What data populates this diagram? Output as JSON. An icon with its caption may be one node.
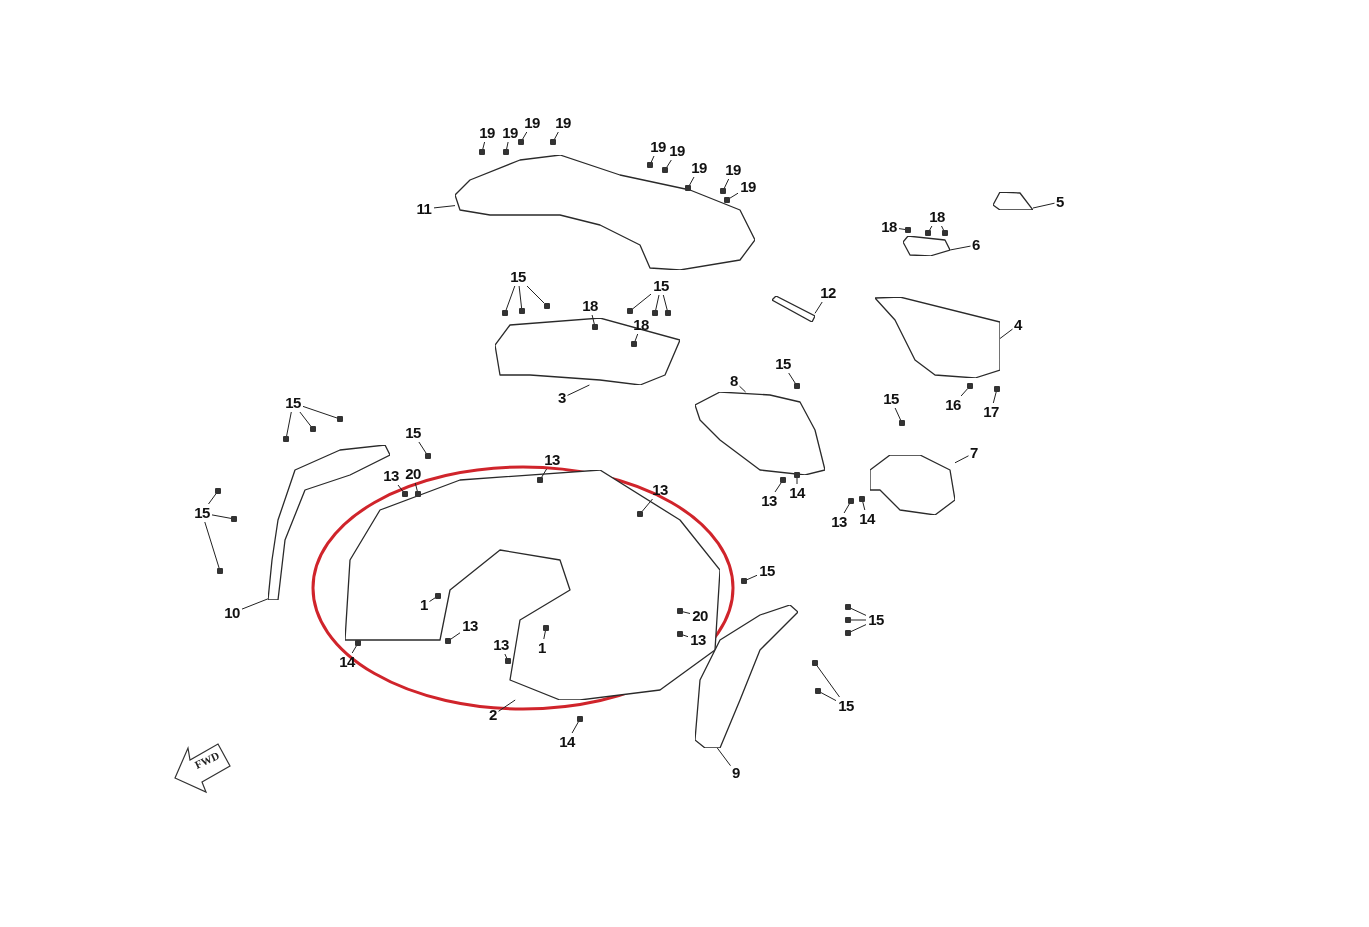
{
  "diagram": {
    "nodes": [
      {
        "text": [],
        "shape": "picture"
      },
      {
        "text": [],
        "shape": "picture"
      },
      {
        "text": [],
        "shape": "picture"
      },
      {
        "text": [],
        "shape": "picture"
      },
      {
        "text": [],
        "shape": "picture"
      },
      {
        "text": [],
        "shape": "picture"
      },
      {
        "text": [],
        "shape": "picture"
      },
      {
        "text": [],
        "shape": "picture"
      },
      {
        "text": [],
        "shape": "picture"
      },
      {
        "text": [],
        "shape": "picture"
      },
      {
        "text": [],
        "shape": "picture"
      },
      {
        "text": [
          "19"
        ]
      },
      {
        "text": [
          "19"
        ]
      },
      {
        "text": [
          "19"
        ]
      },
      {
        "text": [
          "19"
        ]
      },
      {
        "text": [
          "19"
        ]
      },
      {
        "text": [
          "19"
        ]
      },
      {
        "text": [
          "19"
        ]
      },
      {
        "text": [
          "19"
        ]
      },
      {
        "text": [
          "19"
        ]
      },
      {
        "text": [
          "11"
        ]
      },
      {
        "text": [
          "5"
        ]
      },
      {
        "text": [
          "18"
        ]
      },
      {
        "text": [
          "18"
        ]
      },
      {
        "text": [
          "6"
        ]
      },
      {
        "text": [
          "15"
        ]
      },
      {
        "text": [
          "15"
        ]
      },
      {
        "text": [
          "12"
        ]
      },
      {
        "text": [
          "18"
        ]
      },
      {
        "text": [
          "18"
        ]
      },
      {
        "text": [
          "4"
        ]
      },
      {
        "text": [
          "8"
        ]
      },
      {
        "text": [
          "15"
        ]
      },
      {
        "text": [
          "3"
        ]
      },
      {
        "text": [
          "16"
        ]
      },
      {
        "text": [
          "17"
        ]
      },
      {
        "text": [
          "15"
        ]
      },
      {
        "text": [
          "15"
        ]
      },
      {
        "text": [
          "15"
        ]
      },
      {
        "text": [
          "7"
        ]
      },
      {
        "text": [
          "13"
        ]
      },
      {
        "text": [
          "20"
        ]
      },
      {
        "text": [
          "13"
        ]
      },
      {
        "text": [
          "13"
        ]
      },
      {
        "text": [
          "14"
        ]
      },
      {
        "text": [
          "13"
        ],
        "in": 9
      },
      {
        "text": [
          "13"
        ]
      },
      {
        "text": [
          "14"
        ]
      },
      {
        "text": [
          "15"
        ]
      },
      {
        "text": [
          "15"
        ]
      },
      {
        "text": [
          "1"
        ],
        "in": 9
      },
      {
        "text": [
          "10"
        ]
      },
      {
        "text": [
          "15"
        ]
      },
      {
        "text": [
          "20"
        ],
        "in": 9
      },
      {
        "text": [
          "13"
        ],
        "in": 9
      },
      {
        "text": [
          "13"
        ],
        "in": 9
      },
      {
        "text": [
          "13"
        ],
        "in": 9
      },
      {
        "text": [
          "1"
        ],
        "in": 9
      },
      {
        "text": [
          "14"
        ]
      },
      {
        "text": [
          "15"
        ]
      },
      {
        "text": [
          "2"
        ]
      },
      {
        "text": [
          "14"
        ]
      },
      {
        "text": [
          "9"
        ]
      },
      {
        "text": [],
        "shape": "box"
      },
      {
        "text": [],
        "shape": "box"
      },
      {
        "text": [],
        "shape": "box"
      },
      {
        "text": [],
        "shape": "box"
      },
      {
        "text": [],
        "shape": "box",
        "in": 0
      },
      {
        "text": [],
        "shape": "box",
        "in": 0
      },
      {
        "text": [],
        "shape": "box",
        "in": 0
      },
      {
        "text": [],
        "shape": "box",
        "in": 0
      },
      {
        "text": [],
        "shape": "box",
        "in": 0
      },
      {
        "text": [],
        "shape": "box"
      },
      {
        "text": [],
        "shape": "box"
      },
      {
        "text": [],
        "shape": "box"
      },
      {
        "text": [],
        "shape": "box"
      },
      {
        "text": [],
        "shape": "box"
      },
      {
        "text": [],
        "shape": "box"
      },
      {
        "text": [],
        "shape": "box"
      },
      {
        "text": [],
        "shape": "box"
      },
      {
        "text": [],
        "shape": "box"
      },
      {
        "text": [],
        "shape": "box",
        "in": 5
      },
      {
        "text": [],
        "shape": "box",
        "in": 5
      },
      {
        "text": [],
        "shape": "box"
      },
      {
        "text": [],
        "shape": "box"
      },
      {
        "text": [],
        "shape": "box"
      },
      {
        "text": [],
        "shape": "box"
      },
      {
        "text": [],
        "shape": "box"
      },
      {
        "text": [],
        "shape": "box"
      },
      {
        "text": [],
        "shape": "box"
      },
      {
        "text": [],
        "shape": "box"
      },
      {
        "text": [],
        "shape": "box",
        "in": 9
      },
      {
        "text": [],
        "shape": "box",
        "in": 9
      },
      {
        "text": [],
        "shape": "box",
        "in": 9
      },
      {
        "text": [],
        "shape": "box"
      },
      {
        "text": [],
        "shape": "box"
      },
      {
        "text": [],
        "shape": "box",
        "in": 9
      },
      {
        "text": [],
        "shape": "box"
      },
      {
        "text": [],
        "shape": "box"
      },
      {
        "text": [],
        "shape": "box"
      },
      {
        "text": [],
        "shape": "box"
      },
      {
        "text": [],
        "shape": "box"
      },
      {
        "text": [],
        "shape": "box"
      },
      {
        "text": [],
        "shape": "box",
        "in": 9
      },
      {
        "text": [],
        "shape": "box"
      },
      {
        "text": [],
        "shape": "box"
      },
      {
        "text": [],
        "shape": "box"
      },
      {
        "text": [],
        "shape": "box",
        "in": 9
      },
      {
        "text": [],
        "shape": "box",
        "in": 9
      },
      {
        "text": [],
        "shape": "box",
        "in": 9
      },
      {
        "text": [],
        "shape": "box",
        "in": 9
      },
      {
        "text": [],
        "shape": "box",
        "in": 9
      },
      {
        "text": [],
        "shape": "box",
        "in": 9
      },
      {
        "text": [],
        "shape": "box"
      },
      {
        "text": [],
        "shape": "box"
      },
      {
        "text": [],
        "shape": "box"
      }
    ],
    "edges": [
      {
        "from": 11,
        "to": 63,
        "arrow": "none"
      },
      {
        "from": 12,
        "to": 64,
        "arrow": "none"
      },
      {
        "from": 13,
        "to": 65,
        "arrow": "none"
      },
      {
        "from": 14,
        "to": 66,
        "arrow": "none"
      },
      {
        "from": 15,
        "to": 67,
        "arrow": "none"
      },
      {
        "from": 16,
        "to": 68,
        "arrow": "none"
      },
      {
        "from": 17,
        "to": 69,
        "arrow": "none"
      },
      {
        "from": 18,
        "to": 70,
        "arrow": "none"
      },
      {
        "from": 19,
        "to": 71,
        "arrow": "none"
      },
      {
        "from": 20,
        "to": 0,
        "arrow": "none"
      },
      {
        "from": 21,
        "to": 1,
        "arrow": "none"
      },
      {
        "from": 22,
        "to": 72,
        "arrow": "none"
      },
      {
        "from": 23,
        "to": 73,
        "arrow": "none"
      },
      {
        "from": 23,
        "to": 74,
        "arrow": "none"
      },
      {
        "from": 24,
        "to": 2,
        "arrow": "none"
      },
      {
        "from": 25,
        "to": 75,
        "arrow": "none"
      },
      {
        "from": 25,
        "to": 76,
        "arrow": "none"
      },
      {
        "from": 25,
        "to": 77,
        "arrow": "none"
      },
      {
        "from": 26,
        "to": 78,
        "arrow": "none"
      },
      {
        "from": 26,
        "to": 79,
        "arrow": "none"
      },
      {
        "from": 26,
        "to": 80,
        "arrow": "none"
      },
      {
        "from": 27,
        "to": 3,
        "arrow": "none"
      },
      {
        "from": 28,
        "to": 81,
        "arrow": "none"
      },
      {
        "from": 29,
        "to": 82,
        "arrow": "none"
      },
      {
        "from": 30,
        "to": 4,
        "arrow": "none"
      },
      {
        "from": 31,
        "to": 6,
        "arrow": "none"
      },
      {
        "from": 32,
        "to": 83,
        "arrow": "none"
      },
      {
        "from": 33,
        "to": 5,
        "arrow": "none"
      },
      {
        "from": 34,
        "to": 84,
        "arrow": "none"
      },
      {
        "from": 35,
        "to": 85,
        "arrow": "none"
      },
      {
        "from": 36,
        "to": 86,
        "arrow": "none"
      },
      {
        "from": 36,
        "to": 87,
        "arrow": "none"
      },
      {
        "from": 36,
        "to": 88,
        "arrow": "none"
      },
      {
        "from": 37,
        "to": 89,
        "arrow": "none"
      },
      {
        "from": 38,
        "to": 90,
        "arrow": "none"
      },
      {
        "from": 39,
        "to": 8,
        "arrow": "none"
      },
      {
        "from": 40,
        "to": 91,
        "arrow": "none"
      },
      {
        "from": 41,
        "to": 92,
        "arrow": "none"
      },
      {
        "from": 42,
        "to": 93,
        "arrow": "none"
      },
      {
        "from": 43,
        "to": 94,
        "arrow": "none"
      },
      {
        "from": 44,
        "to": 95,
        "arrow": "none"
      },
      {
        "from": 45,
        "to": 96,
        "arrow": "none"
      },
      {
        "from": 46,
        "to": 97,
        "arrow": "none"
      },
      {
        "from": 47,
        "to": 98,
        "arrow": "none"
      },
      {
        "from": 48,
        "to": 99,
        "arrow": "none"
      },
      {
        "from": 48,
        "to": 100,
        "arrow": "none"
      },
      {
        "from": 48,
        "to": 101,
        "arrow": "none"
      },
      {
        "from": 49,
        "to": 102,
        "arrow": "none"
      },
      {
        "from": 50,
        "to": 103,
        "arrow": "none"
      },
      {
        "from": 51,
        "to": 7,
        "arrow": "none"
      },
      {
        "from": 52,
        "to": 104,
        "arrow": "none"
      },
      {
        "from": 52,
        "to": 105,
        "arrow": "none"
      },
      {
        "from": 52,
        "to": 106,
        "arrow": "none"
      },
      {
        "from": 53,
        "to": 107,
        "arrow": "none"
      },
      {
        "from": 54,
        "to": 108,
        "arrow": "none"
      },
      {
        "from": 55,
        "to": 109,
        "arrow": "none"
      },
      {
        "from": 56,
        "to": 110,
        "arrow": "none"
      },
      {
        "from": 57,
        "to": 111,
        "arrow": "none"
      },
      {
        "from": 58,
        "to": 112,
        "arrow": "none"
      },
      {
        "from": 59,
        "to": 113,
        "arrow": "none"
      },
      {
        "from": 59,
        "to": 114,
        "arrow": "none"
      },
      {
        "from": 60,
        "to": 9,
        "arrow": "none"
      },
      {
        "from": 61,
        "to": 115,
        "arrow": "none"
      },
      {
        "from": 62,
        "to": 10,
        "arrow": "none"
      }
    ],
    "labels": [
      "FWD"
    ]
  }
}
